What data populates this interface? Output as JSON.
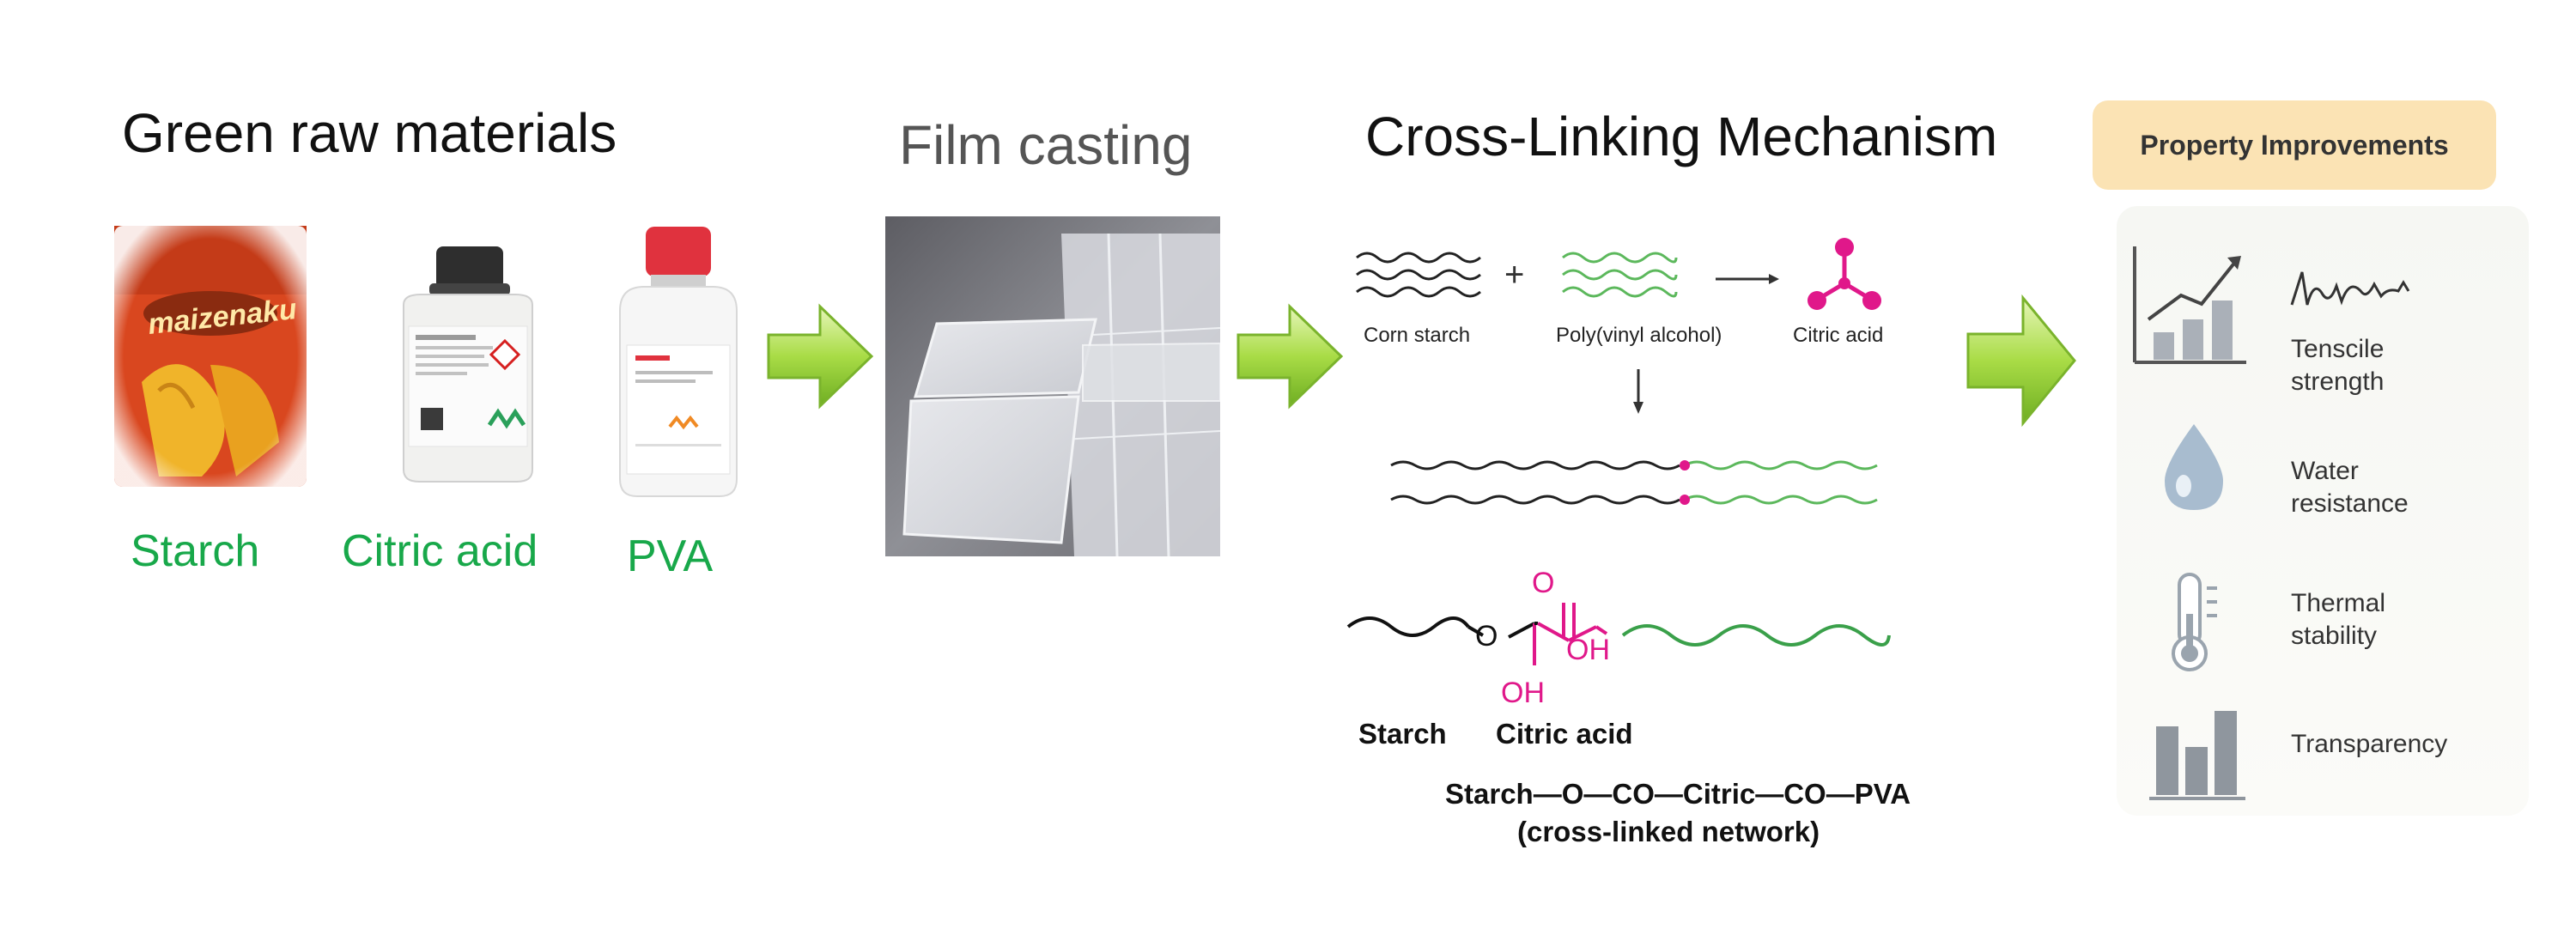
{
  "sections": {
    "raw_materials": {
      "title": "Green raw materials",
      "items": [
        {
          "label": "Starch",
          "brand": "maizenaku"
        },
        {
          "label": "Citric acid"
        },
        {
          "label": "PVA"
        }
      ]
    },
    "film_casting": {
      "title": "Film casting"
    },
    "mechanism": {
      "title": "Cross-Linking Mechanism",
      "reagents": [
        "Corn starch",
        "Poly(vinyl alcohol)",
        "Citric acid"
      ],
      "plus": "+",
      "structure": {
        "starch_label": "Starch",
        "citric_label": "Citric acid",
        "o_atom": "O",
        "carbonyl_o": "O",
        "oh_right": "OH",
        "oh_bottom": "OH"
      },
      "formula": "Starch—O—CO—Citric—CO—PVA",
      "formula_note": "(cross-linked network)"
    },
    "properties": {
      "header": "Property Improvements",
      "items": [
        {
          "icon": "bar-chart-trend-icon",
          "label": "Tenscile strength"
        },
        {
          "icon": "water-drop-icon",
          "label": "Water resistance"
        },
        {
          "icon": "thermometer-icon",
          "label": "Thermal stability"
        },
        {
          "icon": "bar-chart-icon",
          "label": "Transparency"
        }
      ]
    }
  },
  "colors": {
    "green_text": "#18a84a",
    "arrow_green": "#9fd63f",
    "pva_green": "#5cb85c",
    "citric_magenta": "#e0188a",
    "header_bg": "#fbe3b4"
  }
}
